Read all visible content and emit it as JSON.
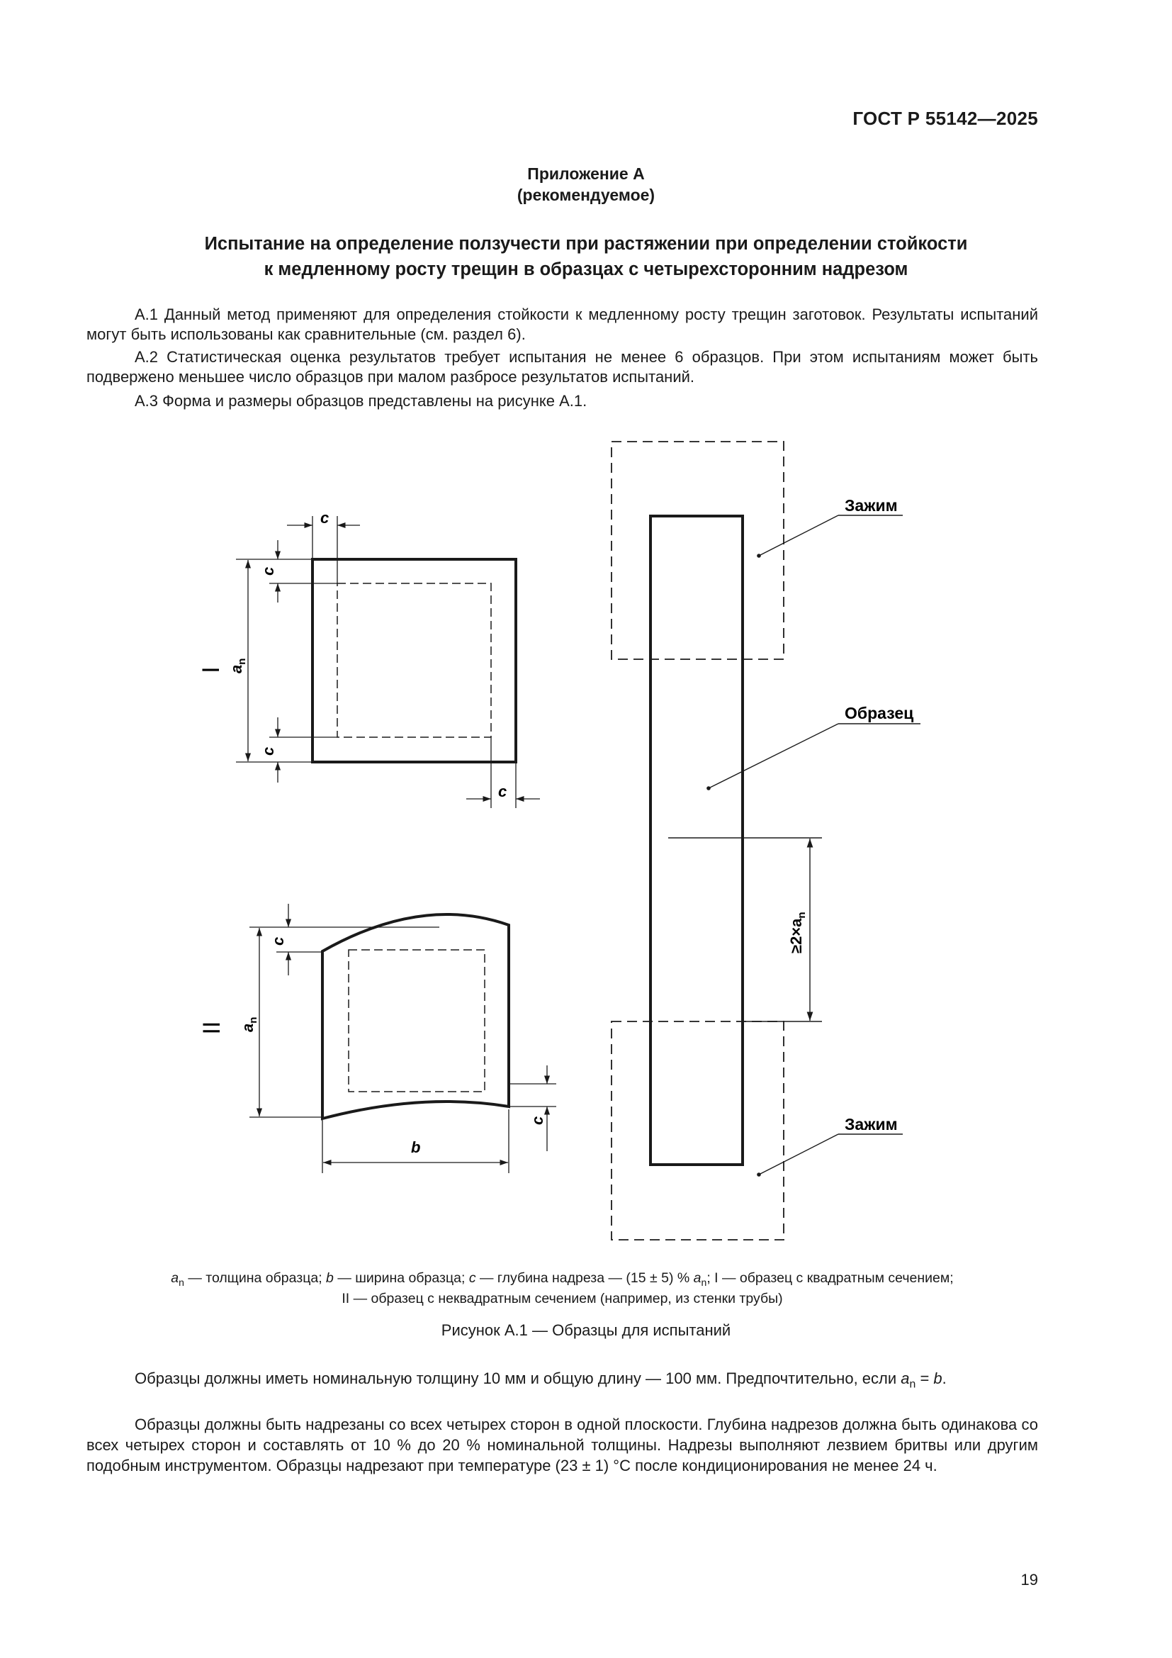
{
  "header": {
    "doc_number": "ГОСТ Р 55142—2025"
  },
  "appendix": {
    "label": "Приложение А",
    "kind": "(рекомендуемое)",
    "title_line1": "Испытание на определение ползучести при растяжении при определении стойкости",
    "title_line2": "к медленному росту трещин в образцах с четырехсторонним надрезом"
  },
  "paragraphs": {
    "a1": "А.1 Данный метод применяют для определения стойкости к медленному росту трещин заготовок. Результаты испытаний могут быть использованы как сравнительные (см. раздел 6).",
    "a2": "А.2 Статистическая оценка результатов требует испытания не менее 6 образцов. При этом испытаниям мо­жет быть подвержено меньшее число образцов при малом разбросе результатов испытаний.",
    "a3": "А.3 Форма и размеры образцов представлены на рисунке А.1."
  },
  "figure": {
    "labels": {
      "c": "c",
      "a": "a",
      "n": "n",
      "b": "b",
      "roman_1": "I",
      "roman_2": "II",
      "clamp_top": "Зажим",
      "specimen": "Образец",
      "clamp_bottom": "Зажим",
      "dim_ge2": "≥2×a"
    },
    "legend": {
      "a_sym": "a",
      "n_sub": "n",
      "p1": " — толщина образца; ",
      "b_sym": "b",
      "p2": " — ширина образца; ",
      "c_sym": "c",
      "p3": " — глубина надреза — (15 ± 5) % ",
      "a_sym2": "a",
      "n_sub2": "n",
      "p4": "; I — образец с квадратным сечением;",
      "line2": "II — образец с неквадратным сечением (например, из стенки трубы)"
    },
    "caption": "Рисунок А.1 — Образцы для испытаний"
  },
  "body": {
    "p1_text": "Образцы должны иметь номинальную толщину 10 мм и общую длину — 100 мм. Предпочтительно, если ",
    "p1_a": "a",
    "p1_n": "n",
    "p1_eq": " = ",
    "p1_b": "b",
    "p1_end": ".",
    "p2": "Образцы должны быть надрезаны со всех четырех сторон в одной плоскости. Глубина надрезов должна быть одинакова со всех четырех сторон и составлять от 10 % до 20 % номинальной толщины. Надрезы выполня­ют лезвием бритвы или другим подобным инструментом. Образцы надрезают при температуре (23 ± 1) °С после кондиционирования не менее 24 ч."
  },
  "page_number": "19"
}
